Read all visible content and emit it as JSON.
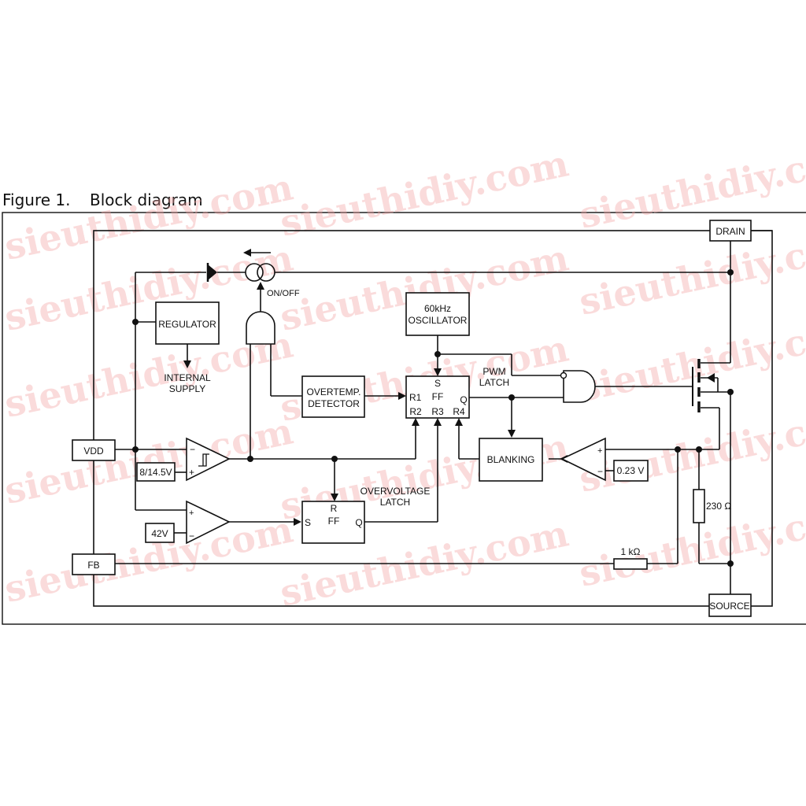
{
  "figure": {
    "number": "Figure 1.",
    "title": "Block diagram"
  },
  "pins": {
    "drain": "DRAIN",
    "vdd": "VDD",
    "fb": "FB",
    "source": "SOURCE"
  },
  "blocks": {
    "regulator": "REGULATOR",
    "internal_supply_line1": "INTERNAL",
    "internal_supply_line2": "SUPPLY",
    "oscillator_line1": "60kHz",
    "oscillator_line2": "OSCILLATOR",
    "overtemp_line1": "OVERTEMP.",
    "overtemp_line2": "DETECTOR",
    "blanking": "BLANKING",
    "on_off": "ON/OFF",
    "pwm_latch_line1": "PWM",
    "pwm_latch_line2": "LATCH",
    "overvoltage_latch_line1": "OVERVOLTAGE",
    "overvoltage_latch_line2": "LATCH"
  },
  "pwm_ff": {
    "s": "S",
    "ff": "FF",
    "q": "Q",
    "r1": "R1",
    "r2": "R2",
    "r3": "R3",
    "r4": "R4"
  },
  "ov_ff": {
    "r": "R",
    "ff": "FF",
    "s": "S",
    "q": "Q"
  },
  "references": {
    "uvlo": "8/14.5V",
    "ovp": "42V",
    "current_sense": "0.23 V"
  },
  "comparator_signs": {
    "minus": "−",
    "plus": "+"
  },
  "resistors": {
    "r_sense": "230 Ω",
    "r_fb": "1 kΩ"
  },
  "watermark": "sieuthidiy.com"
}
